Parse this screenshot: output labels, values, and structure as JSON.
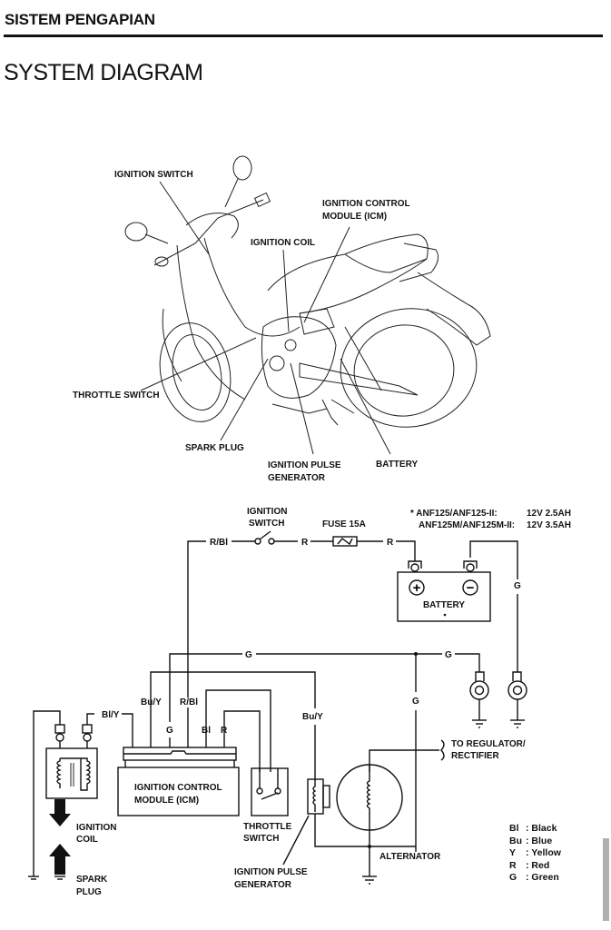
{
  "header": {
    "section_title": "SISTEM PENGAPIAN",
    "page_title": "SYSTEM DIAGRAM"
  },
  "illustration": {
    "callouts": {
      "ignition_switch": "IGNITION SWITCH",
      "icm_line1": "IGNITION CONTROL",
      "icm_line2": "MODULE (ICM)",
      "ignition_coil": "IGNITION COIL",
      "throttle_switch": "THROTTLE SWITCH",
      "spark_plug": "SPARK PLUG",
      "pulse_gen_line1": "IGNITION PULSE",
      "pulse_gen_line2": "GENERATOR",
      "battery": "BATTERY"
    }
  },
  "schematic": {
    "ignition_switch_line1": "IGNITION",
    "ignition_switch_line2": "SWITCH",
    "fuse": "FUSE 15A",
    "battery_note": {
      "row1_model": "* ANF125/ANF125-II:",
      "row1_spec": "12V 2.5AH",
      "row2_model": "ANF125M/ANF125M-II:",
      "row2_spec": "12V 3.5AH"
    },
    "battery": "BATTERY",
    "battery_plus": "+",
    "battery_minus": "−",
    "wire_labels": {
      "r_bl_top": "R/Bl",
      "r_after_switch": "R",
      "r_after_fuse": "R",
      "g_battery": "G",
      "g_top_mid": "G",
      "g_top_right": "G",
      "g_vertical": "G",
      "bl_y": "Bl/Y",
      "bu_y_left": "Bu/Y",
      "r_bl_icm": "R/Bl",
      "g_icm": "G",
      "bl_icm": "Bl",
      "r_icm": "R",
      "bu_y_right": "Bu/Y"
    },
    "to_regulator_line1": "TO REGULATOR/",
    "to_regulator_line2": "RECTIFIER",
    "icm_line1": "IGNITION CONTROL",
    "icm_line2": "MODULE (ICM)",
    "ignition_coil_line1": "IGNITION",
    "ignition_coil_line2": "COIL",
    "spark_plug_line1": "SPARK",
    "spark_plug_line2": "PLUG",
    "throttle_line1": "THROTTLE",
    "throttle_line2": "SWITCH",
    "pulse_line1": "IGNITION PULSE",
    "pulse_line2": "GENERATOR",
    "alternator": "ALTERNATOR"
  },
  "legend": [
    {
      "code": "Bl",
      "color": "Black"
    },
    {
      "code": "Bu",
      "color": "Blue"
    },
    {
      "code": "Y",
      "color": "Yellow"
    },
    {
      "code": "R",
      "color": "Red"
    },
    {
      "code": "G",
      "color": "Green"
    }
  ]
}
